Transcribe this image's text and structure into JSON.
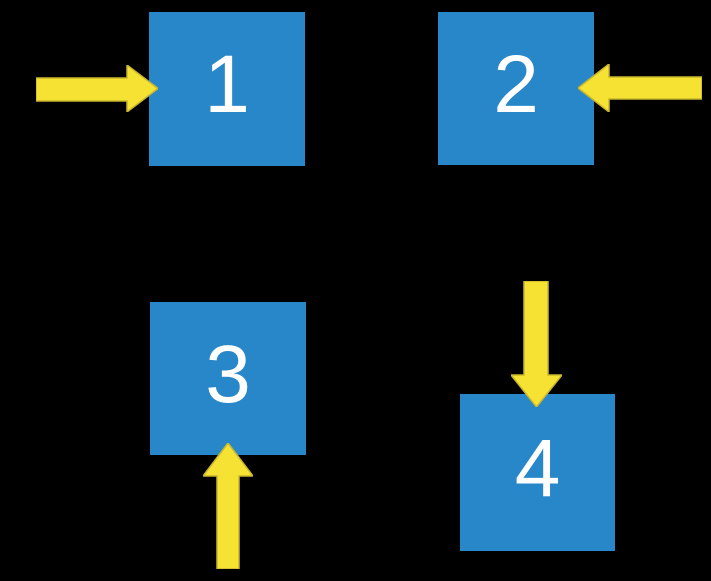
{
  "diagram": {
    "description": "Four numbered blue squares, each targeted by a yellow block arrow from a different direction",
    "background_color": "#000000"
  },
  "colors": {
    "square_fill": "#2787C8",
    "arrow_fill": "#F5E233",
    "arrow_stroke": "#C9B62E",
    "label_color": "#FFFFFF"
  },
  "squares": [
    {
      "label": "1"
    },
    {
      "label": "2"
    },
    {
      "label": "3"
    },
    {
      "label": "4"
    }
  ],
  "arrows": [
    {
      "direction": "right",
      "points_to": "square-1"
    },
    {
      "direction": "left",
      "points_to": "square-2"
    },
    {
      "direction": "up",
      "points_to": "square-3"
    },
    {
      "direction": "down",
      "points_to": "square-4"
    }
  ]
}
